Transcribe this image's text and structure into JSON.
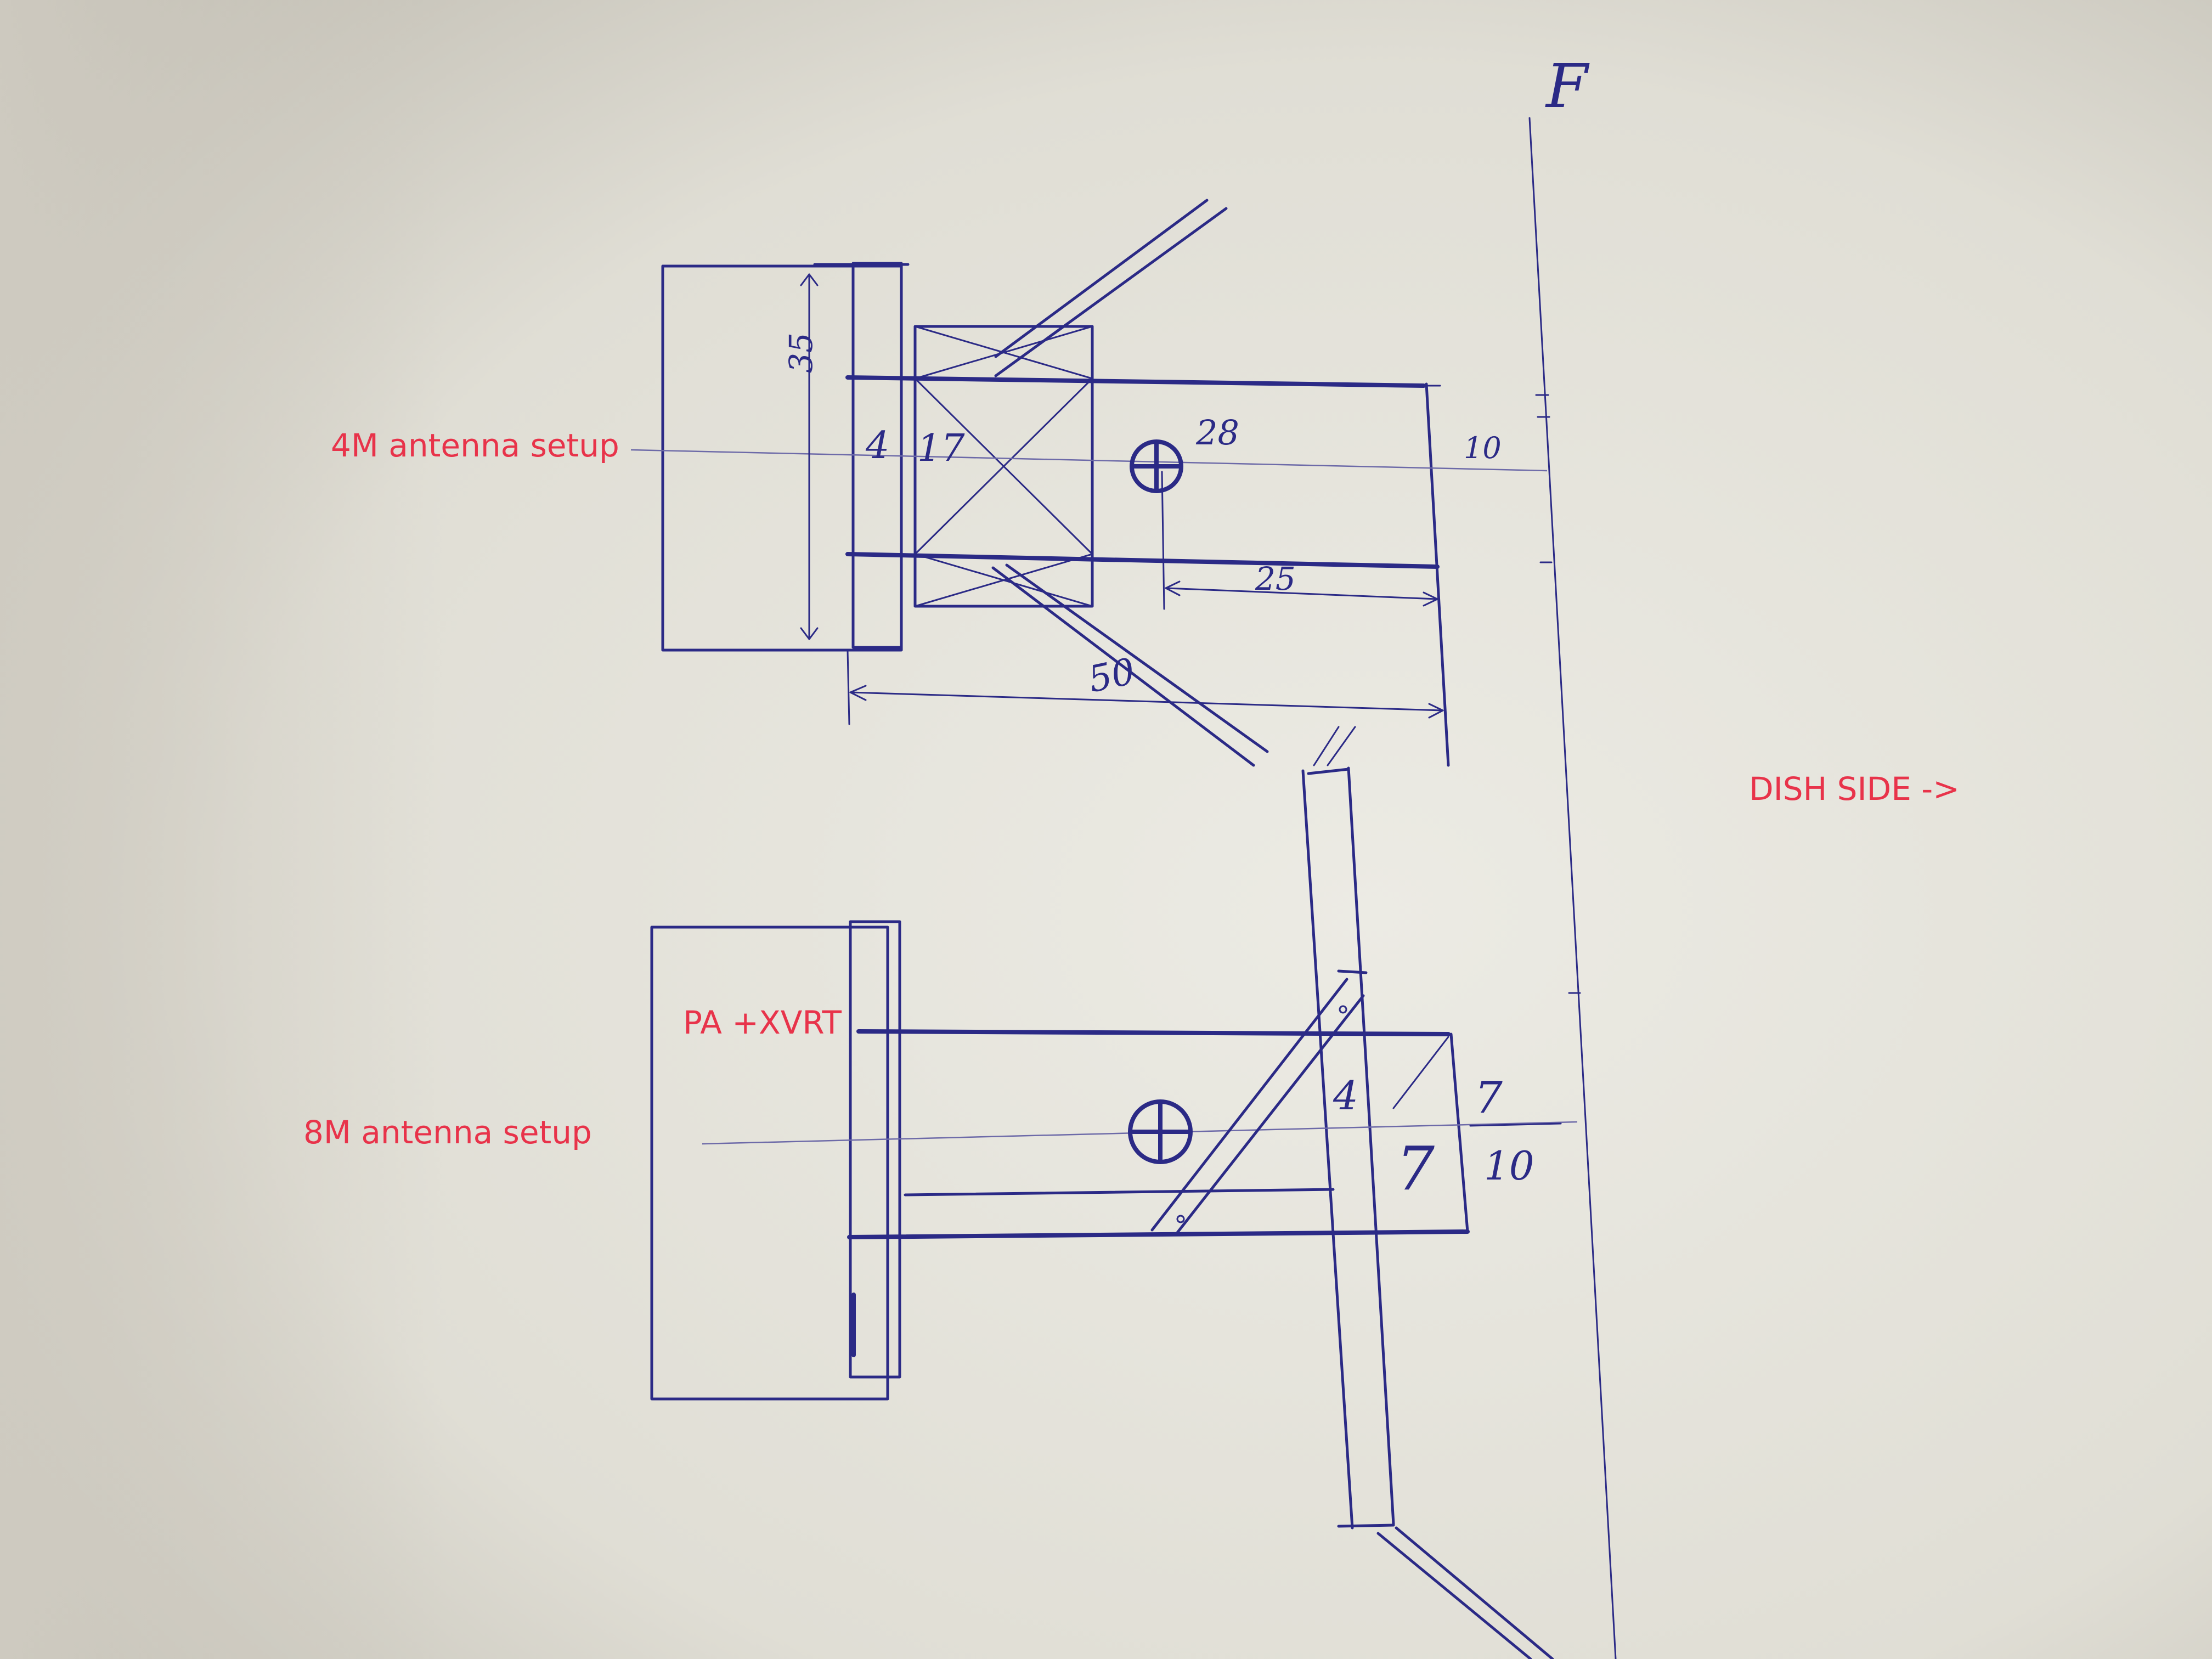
{
  "annotations": {
    "setup_4m": "4M antenna setup",
    "setup_8m": "8M antenna setup",
    "pa_xvrt": "PA +XVRT",
    "dish_side": "DISH SIDE ->"
  },
  "sketch_labels": {
    "f_mark": "F",
    "dim_35": "35",
    "dim_4_top": "4",
    "dim_17": "17",
    "dim_28": "28",
    "dim_10_top": "10",
    "dim_25": "25",
    "dim_50": "50",
    "dim_4_bottom": "4",
    "dim_7_top": "7",
    "dim_7_bottom": "7",
    "dim_10_bottom": "10"
  },
  "colors": {
    "ink": "#2b2a86",
    "annotation_red": "#e8334a",
    "paper": "#d9d6cc"
  }
}
